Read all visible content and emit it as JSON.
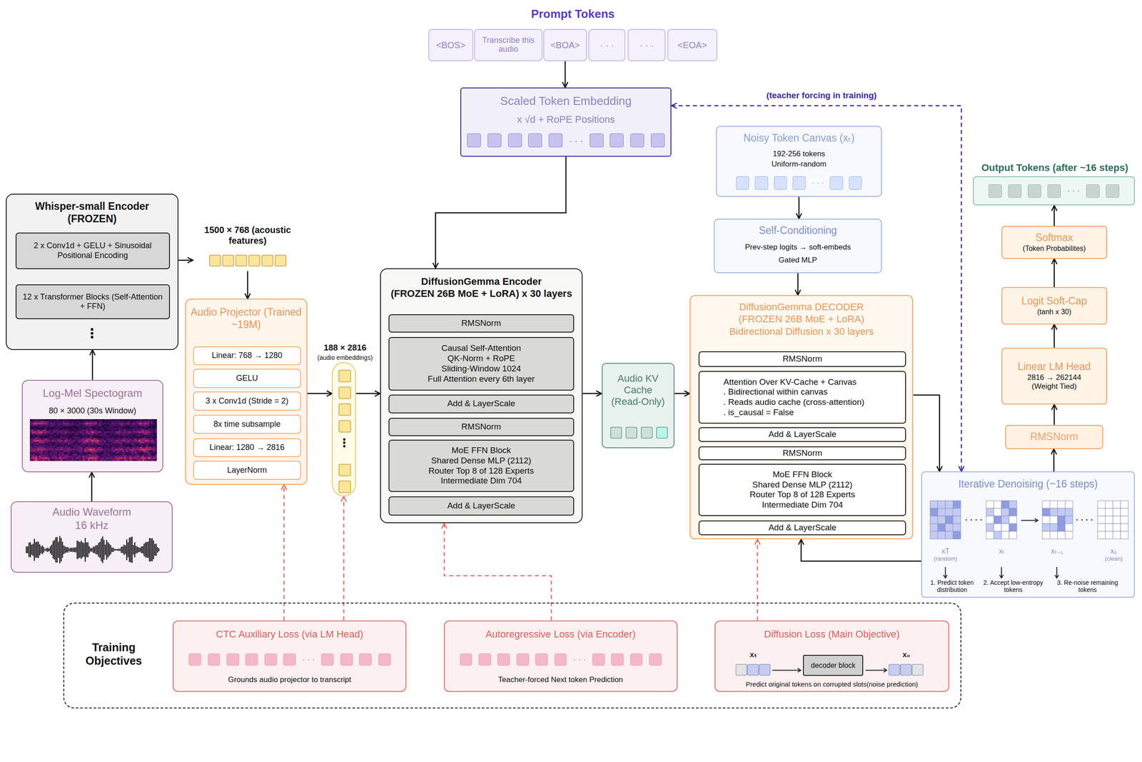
{
  "diagram": {
    "nodes": [
      {
        "text": [
          "Prompt Tokens"
        ]
      },
      {
        "text": [
          "<BOS>"
        ],
        "in": 0
      },
      {
        "text": [
          "Transcribe this audio"
        ],
        "in": 0
      },
      {
        "text": [
          "<BOA>"
        ],
        "in": 0
      },
      {
        "text": [
          "· · ·"
        ],
        "in": 0
      },
      {
        "text": [
          "· · ·"
        ],
        "in": 0
      },
      {
        "text": [
          "<EOA>"
        ],
        "in": 0
      },
      {
        "text": [
          "Scaled Token Embedding",
          "x √d + RoPE Positions",
          "· · ·"
        ]
      },
      {
        "text": [
          "Whisper-small Encoder (FROZEN)",
          "⋮"
        ]
      },
      {
        "text": [
          "2 x Conv1d + GELU + Sinusoidal Positional Encoding"
        ],
        "in": 8
      },
      {
        "text": [
          "12 x Transformer Blocks (Self-Attention + FFN)"
        ],
        "in": 8
      },
      {
        "text": [
          "Log-Mel Spectogram",
          "80 × 3000 (30s Window)"
        ]
      },
      {
        "text": [
          "Audio Waveform",
          "16 kHz"
        ]
      },
      {
        "text": [
          "1500 × 768 (acoustic features)"
        ]
      },
      {
        "text": [
          "Audio Projector (Trained ~19M)"
        ]
      },
      {
        "text": [
          "Linear: 768 → 1280"
        ],
        "in": 14
      },
      {
        "text": [
          "GELU"
        ],
        "in": 14
      },
      {
        "text": [
          "3 x Conv1d (Stride = 2)"
        ],
        "in": 14
      },
      {
        "text": [
          "8x time subsample"
        ],
        "in": 14
      },
      {
        "text": [
          "Linear: 1280 → 2816"
        ],
        "in": 14
      },
      {
        "text": [
          "LayerNorm"
        ],
        "in": 14
      },
      {
        "text": [
          "188 × 2816",
          "(audio embeddings)",
          "⋮"
        ]
      },
      {
        "text": [
          "DiffusionGemma Encoder",
          "(FROZEN 26B MoE + LoRA) x 30 layers"
        ]
      },
      {
        "text": [
          "RMSNorm"
        ],
        "in": 22
      },
      {
        "text": [
          "Causal Self-Attention",
          "QK-Norm + RoPE",
          "Sliding-Window 1024",
          "Full Attention every 6th layer"
        ],
        "in": 22
      },
      {
        "text": [
          "Add & LayerScale"
        ],
        "in": 22
      },
      {
        "text": [
          "RMSNorm"
        ],
        "in": 22
      },
      {
        "text": [
          "MoE FFN Block",
          "Shared Dense MLP (2112)",
          "Router Top 8 of 128 Experts",
          "Intermediate Dim 704"
        ],
        "in": 22
      },
      {
        "text": [
          "Add & LayerScale"
        ],
        "in": 22
      },
      {
        "text": [
          "Audio KV Cache (Read-Only)"
        ]
      },
      {
        "text": [
          "Noisy Token Canvas (xₜ)",
          "192-256 tokens",
          "Uniform-random",
          "· · ·"
        ]
      },
      {
        "text": [
          "Self-Conditioning",
          "Prev-step logits → soft-embeds",
          "Gated MLP"
        ]
      },
      {
        "text": [
          "DiffusionGemma DECODER",
          "(FROZEN 26B MoE + LoRA)",
          "Bidirectional Diffusion x 30 layers"
        ]
      },
      {
        "text": [
          "RMSNorm"
        ],
        "in": 32
      },
      {
        "text": [
          "Attention Over KV-Cache + Canvas",
          ". Bidirectional within canvas",
          ". Reads audio cache (cross-attention)",
          ". is_causal = False"
        ],
        "in": 32
      },
      {
        "text": [
          "Add & LayerScale"
        ],
        "in": 32
      },
      {
        "text": [
          "RMSNorm"
        ],
        "in": 32
      },
      {
        "text": [
          "MoE FFN Block",
          "Shared Dense MLP (2112)",
          "Router Top 8 of 128 Experts",
          "Intermediate Dim 704"
        ],
        "in": 32
      },
      {
        "text": [
          "Add & LayerScale"
        ],
        "in": 32
      },
      {
        "text": [
          "Output Tokens (after ~16 steps)",
          "· · ·"
        ]
      },
      {
        "text": [
          "Softmax",
          "(Token Probabilites)"
        ]
      },
      {
        "text": [
          "Logit Soft-Cap",
          "(tanh x 30)"
        ]
      },
      {
        "text": [
          "Linear LM Head",
          "2816 → 262144",
          "(Weight Tied)"
        ]
      },
      {
        "text": [
          "RMSNorm"
        ]
      },
      {
        "text": [
          "Iterative Denoising (~16 steps)",
          "xT",
          "(random)",
          "xₜ",
          "xₜ₋₁",
          "x₀",
          "(clean)",
          "· · · ·",
          "· · · ·",
          "1. Predict token distribution",
          "2. Accept low-entropy tokens",
          "3. Re-noise remaining tokens"
        ]
      },
      {
        "text": [
          "Training Objectives"
        ]
      },
      {
        "text": [
          "CTC Auxiliary Loss (via LM Head)",
          "· · ·",
          "Grounds audio projector to transcript"
        ],
        "in": 45
      },
      {
        "text": [
          "Autoregressive Loss (via Encoder)",
          "· · ·",
          "Teacher-forced Next token Prediction"
        ],
        "in": 45
      },
      {
        "text": [
          "Diffusion Loss (Main Objective)",
          "xₜ",
          "x₀",
          "Predict original tokens on corrupted slots(noise prediction)"
        ],
        "in": 45
      },
      {
        "text": [
          "decoder block"
        ],
        "in": 48
      }
    ],
    "edges": [
      {
        "from": 3,
        "to": 7,
        "arrow": "to"
      },
      {
        "from": 7,
        "to": 22,
        "arrow": "to"
      },
      {
        "from": 12,
        "to": 11,
        "arrow": "to"
      },
      {
        "from": 11,
        "to": 8,
        "arrow": "to"
      },
      {
        "from": 8,
        "to": 13,
        "arrow": "to"
      },
      {
        "from": 13,
        "to": 14,
        "arrow": "to"
      },
      {
        "from": 14,
        "to": 21,
        "arrow": "to"
      },
      {
        "from": 21,
        "to": 22,
        "arrow": "to"
      },
      {
        "from": 22,
        "to": 29,
        "arrow": "to"
      },
      {
        "from": 29,
        "to": 32,
        "arrow": "to"
      },
      {
        "from": 30,
        "to": 31,
        "arrow": "to"
      },
      {
        "from": 31,
        "to": 32,
        "arrow": "to"
      },
      {
        "from": 32,
        "to": 44,
        "arrow": "to"
      },
      {
        "from": 44,
        "to": 32,
        "arrow": "to"
      },
      {
        "from": 44,
        "to": 43,
        "arrow": "to"
      },
      {
        "from": 43,
        "to": 42,
        "arrow": "to"
      },
      {
        "from": 42,
        "to": 41,
        "arrow": "to"
      },
      {
        "from": 41,
        "to": 40,
        "arrow": "to"
      },
      {
        "from": 40,
        "to": 39,
        "arrow": "to"
      },
      {
        "from": 7,
        "to": 44,
        "arrow": "both",
        "label": "(teacher forcing in training)"
      },
      {
        "from": 46,
        "to": 14,
        "arrow": "to"
      },
      {
        "from": 46,
        "to": 21,
        "arrow": "to"
      },
      {
        "from": 47,
        "to": 22,
        "arrow": "to"
      },
      {
        "from": 48,
        "to": 32,
        "arrow": "to"
      }
    ]
  }
}
